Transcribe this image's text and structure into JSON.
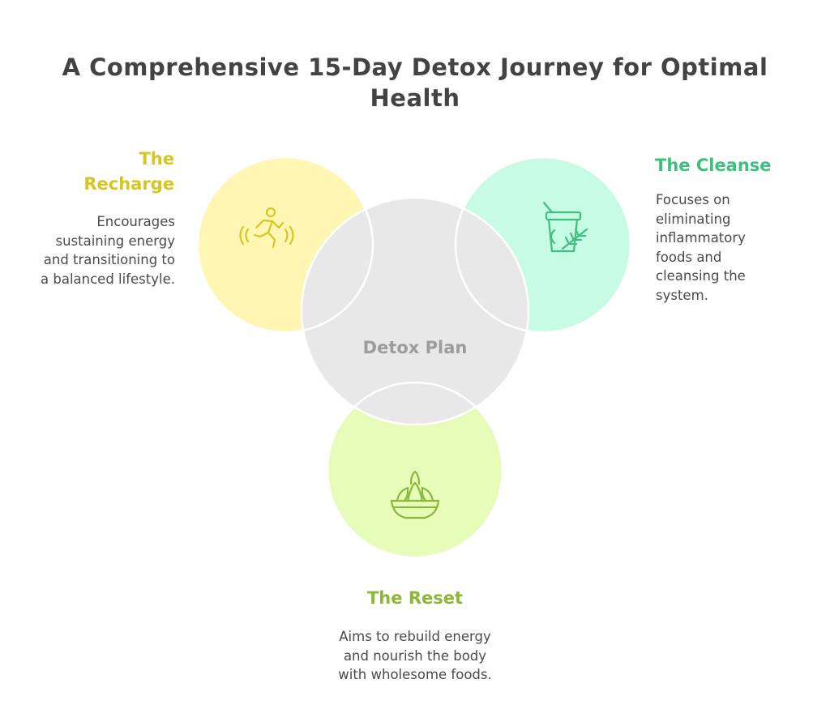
{
  "title": "A Comprehensive 15-Day Detox Journey for Optimal Health",
  "center": {
    "label": "Detox Plan",
    "color": "#e8e8e8"
  },
  "nodes": {
    "recharge": {
      "heading": "The Recharge",
      "description": "Encourages sustaining energy and transitioning to a balanced lifestyle.",
      "color": "#fff6b3",
      "accent": "#d9c520",
      "icon": "running-person-icon"
    },
    "cleanse": {
      "heading": "The Cleanse",
      "description": "Focuses on eliminating inflammatory foods and cleansing the system.",
      "color": "#c8fbe4",
      "accent": "#3fbf7f",
      "icon": "herbal-drink-icon"
    },
    "reset": {
      "heading": "The Reset",
      "description": "Aims to rebuild energy and nourish the body with wholesome foods.",
      "color": "#e6fcb8",
      "accent": "#8cb83a",
      "icon": "salad-bowl-icon"
    }
  }
}
